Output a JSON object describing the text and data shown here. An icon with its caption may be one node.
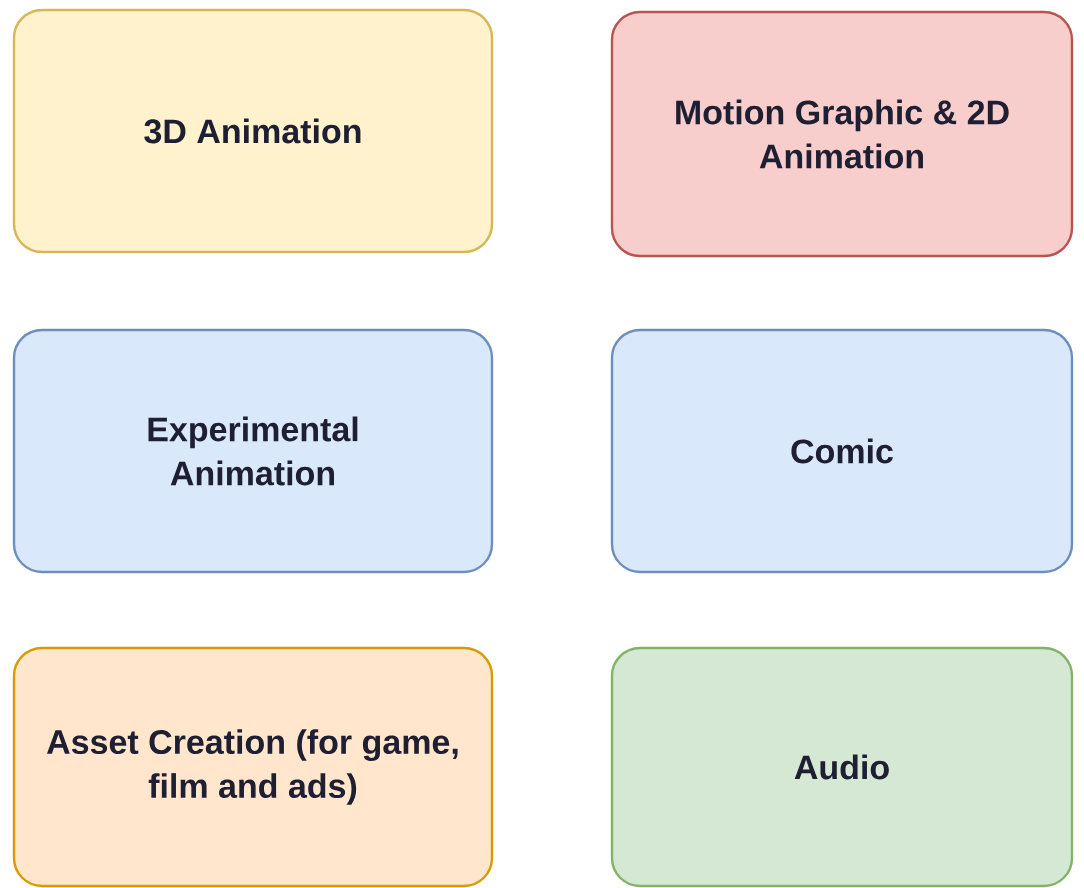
{
  "diagram": {
    "nodes": [
      {
        "text": [
          "3D Animation"
        ]
      },
      {
        "text": [
          "Motion Graphic & 2D Animation"
        ]
      },
      {
        "text": [
          "Experimental Animation"
        ]
      },
      {
        "text": [
          "Comic"
        ]
      },
      {
        "text": [
          "Asset Creation (for game, film and ads)"
        ]
      },
      {
        "text": [
          "Audio"
        ]
      }
    ]
  }
}
